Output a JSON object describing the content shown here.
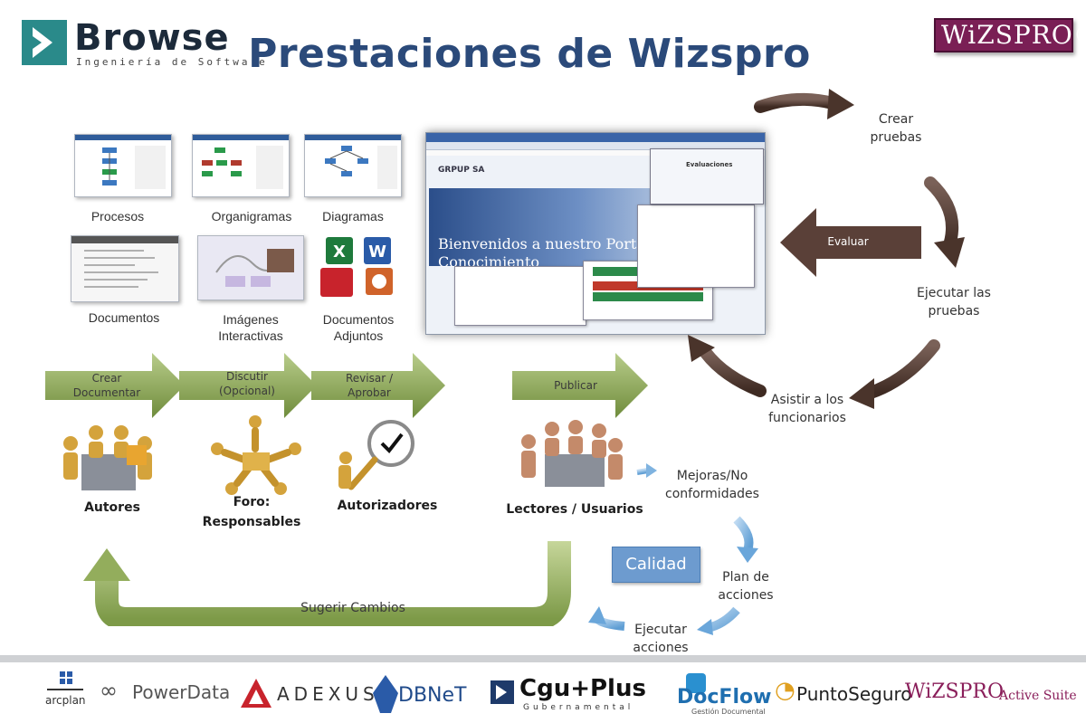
{
  "header": {
    "title": "Prestaciones de Wizspro",
    "browse_logo_word": "Browse",
    "browse_logo_sub": "Ingeniería de Software",
    "wizspro_logo": "WiZSPRO®"
  },
  "repository": {
    "items": [
      {
        "label": "Procesos"
      },
      {
        "label": "Organigramas"
      },
      {
        "label": "Diagramas"
      },
      {
        "label": "Documentos"
      },
      {
        "label": "Imágenes Interactivas"
      },
      {
        "label": "Documentos Adjuntos"
      }
    ]
  },
  "portal": {
    "company": "GRPUP SA",
    "welcome": "Bienvenidos a nuestro Portal del Conocimiento",
    "panel_title": "Evaluaciones"
  },
  "testing_cycle": {
    "create": "Crear pruebas",
    "execute": "Ejecutar las pruebas",
    "assist": "Asistir a los funcionarios",
    "evaluate": "Evaluar"
  },
  "workflow": {
    "steps": [
      {
        "label": "Crear Documentar"
      },
      {
        "label": "Discutir (Opcional)"
      },
      {
        "label": "Revisar / Aprobar"
      },
      {
        "label": "Publicar"
      }
    ],
    "roles": [
      {
        "label": "Autores"
      },
      {
        "label": "Foro: Responsables"
      },
      {
        "label": "Autorizadores"
      },
      {
        "label": "Lectores / Usuarios"
      }
    ],
    "feedback": "Sugerir Cambios"
  },
  "quality_cycle": {
    "center": "Calidad",
    "step1": "Mejoras/No conformidades",
    "step2": "Plan de acciones",
    "step3": "Ejecutar acciones"
  },
  "partners": [
    {
      "name": "arcplan"
    },
    {
      "name": "PowerData"
    },
    {
      "name": "ADEXUS"
    },
    {
      "name": "DBNeT"
    },
    {
      "name": "Cgu+Plus"
    },
    {
      "name": "Gubernamental"
    },
    {
      "name": "DocFlow"
    },
    {
      "name": "Gestión Documental"
    },
    {
      "name": "PuntoSeguro"
    },
    {
      "name": "WiZSPRO"
    },
    {
      "name": "Active Suite"
    }
  ],
  "colors": {
    "title": "#2b4a7a",
    "workflow_arrow": "#8daa5a",
    "cycle_arrow": "#5c4338",
    "quality_arrow": "#8fbbe0",
    "calidad_box": "#6d9bcf"
  }
}
